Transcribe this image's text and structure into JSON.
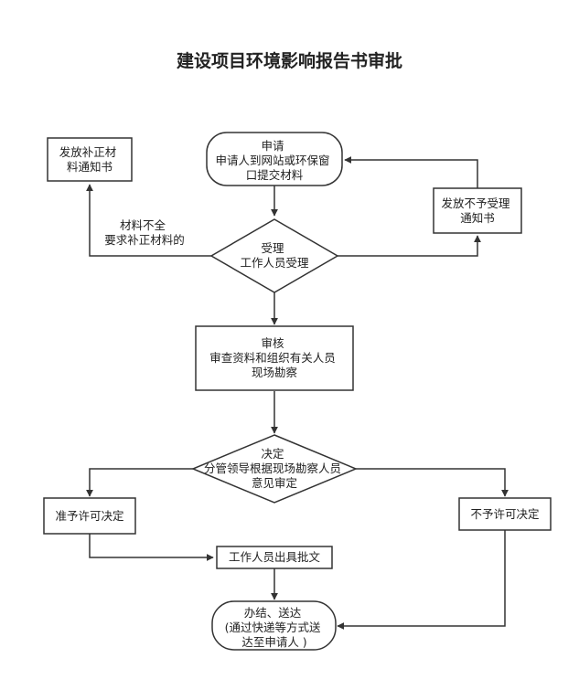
{
  "title": "建设项目环境影响报告书审批",
  "nodes": {
    "apply": {
      "lines": [
        "申请",
        "申请人到网站或环保窗",
        "口提交材料"
      ]
    },
    "supplement": {
      "lines": [
        "发放补正材",
        "料通知书"
      ]
    },
    "reject_accept": {
      "lines": [
        "发放不予受理",
        "通知书"
      ]
    },
    "accept": {
      "lines": [
        "受理",
        "工作人员受理"
      ]
    },
    "review": {
      "lines": [
        "审核",
        "审查资料和组织有关人员",
        "现场勘察"
      ]
    },
    "decide": {
      "lines": [
        "决定",
        "分管领导根据现场勘察人员",
        "意见审定"
      ]
    },
    "permit": {
      "lines": [
        "准予许可决定"
      ]
    },
    "no_permit": {
      "lines": [
        "不予许可决定"
      ]
    },
    "issue": {
      "lines": [
        "工作人员出具批文"
      ]
    },
    "deliver": {
      "lines": [
        "办结、送达",
        "(通过快递等方式送",
        "达至申请人 )"
      ]
    }
  },
  "edge_labels": {
    "incomplete": [
      "材料不全",
      "要求补正材料的"
    ]
  }
}
